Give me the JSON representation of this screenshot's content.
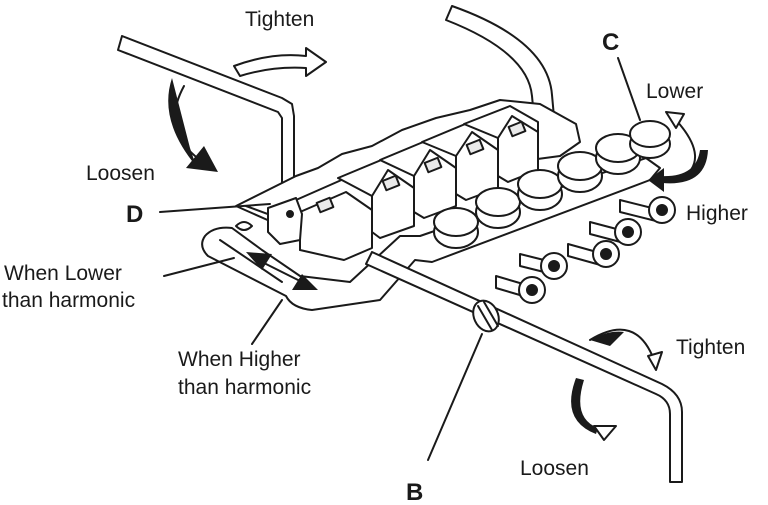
{
  "diagram": {
    "labels": {
      "tighten_top": "Tighten",
      "loosen_left": "Loosen",
      "point_d": "D",
      "point_c": "C",
      "lower": "Lower",
      "higher": "Higher",
      "when_lower_1": "When Lower",
      "when_lower_2": "than harmonic",
      "when_higher_1": "When Higher",
      "when_higher_2": "than harmonic",
      "tighten_bottom": "Tighten",
      "loosen_bottom": "Loosen",
      "point_b": "B"
    }
  }
}
